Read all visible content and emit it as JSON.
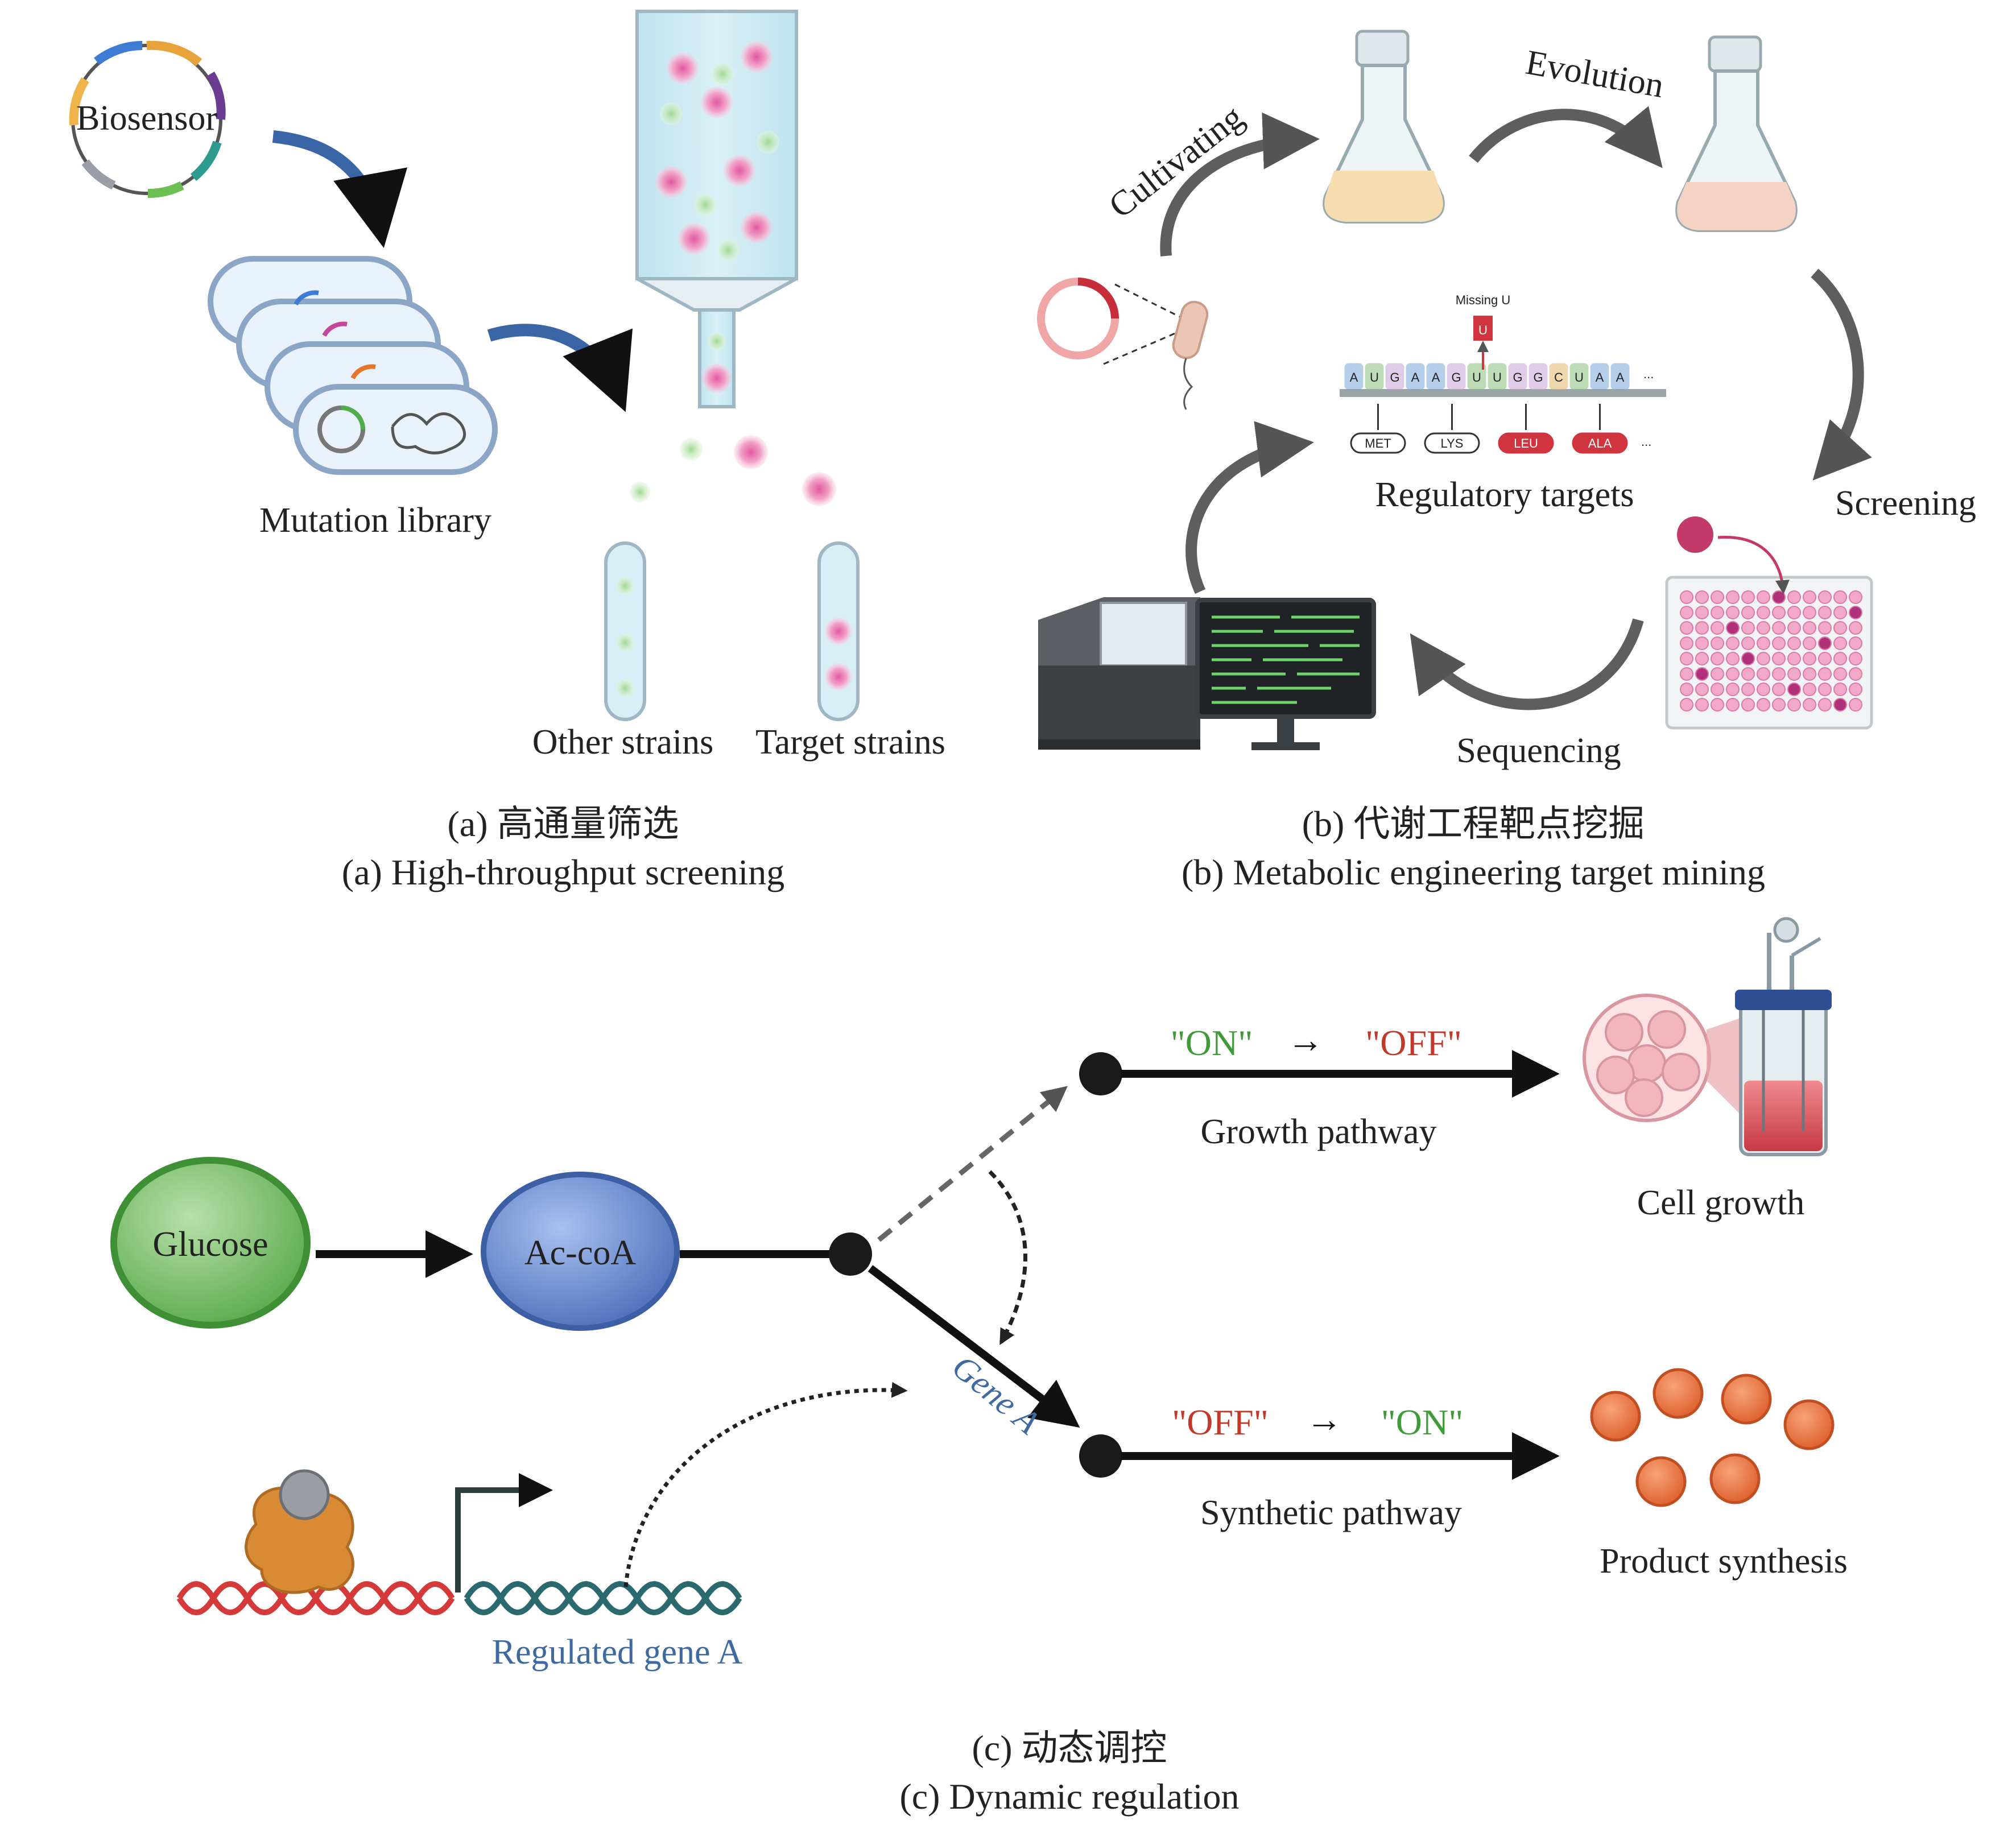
{
  "panel_a": {
    "biosensor_label": "Biosensor",
    "mutation_library_label": "Mutation library",
    "other_strains_label": "Other strains",
    "target_strains_label": "Target strains",
    "caption_cn": "(a) 高通量筛选",
    "caption_en": "(a) High-throughput screening"
  },
  "panel_b": {
    "cultivating_label": "Cultivating",
    "evolution_label": "Evolution",
    "screening_label": "Screening",
    "sequencing_label": "Sequencing",
    "regulatory_targets_label": "Regulatory targets",
    "missing_u_label": "Missing U",
    "inserted_base": "U",
    "codon_bases": [
      "A",
      "U",
      "G",
      "A",
      "A",
      "G",
      "U",
      "U",
      "G",
      "G",
      "C",
      "U",
      "A",
      "A"
    ],
    "ellipsis": "...",
    "amino_acids": [
      "MET",
      "LYS",
      "LEU",
      "ALA"
    ],
    "caption_cn": "(b) 代谢工程靶点挖掘",
    "caption_en": "(b) Metabolic engineering target mining",
    "colors": {
      "highlight_red": "#d0353f",
      "arrow_gray": "#5e5e5e"
    }
  },
  "panel_c": {
    "glucose_label": "Glucose",
    "accoa_label": "Ac-coA",
    "gene_a_label": "Gene A",
    "regulated_gene_label": "Regulated gene A",
    "growth_on": "\"ON\"",
    "growth_off": "\"OFF\"",
    "synth_off": "\"OFF\"",
    "synth_on": "\"ON\"",
    "switch_arrow": "→",
    "growth_pathway_label": "Growth pathway",
    "synthetic_pathway_label": "Synthetic pathway",
    "cell_growth_label": "Cell growth",
    "product_synthesis_label": "Product synthesis",
    "caption_cn": "(c) 动态调控",
    "caption_en": "(c) Dynamic regulation",
    "colors": {
      "on_green": "#3f9a3a",
      "off_red": "#c0392b",
      "gene_blue": "#3f6aa0",
      "glucose_green": "#5aaa4e",
      "accoa_blue": "#5b7fc9",
      "product_orange": "#e8733f"
    }
  }
}
